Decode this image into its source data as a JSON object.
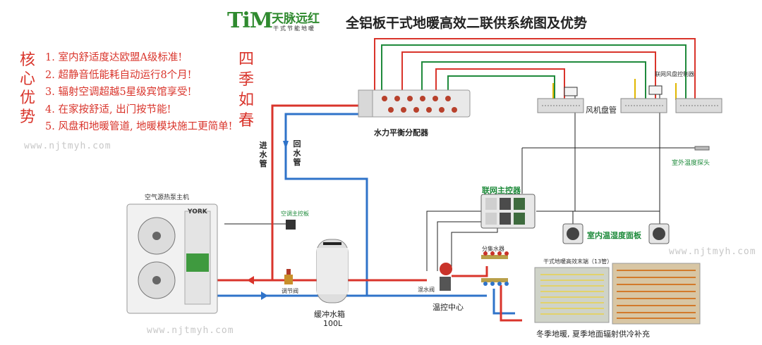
{
  "logo": {
    "mark": "TiM",
    "name_cn": "天脉远红",
    "sub_cn": "干式节能地暖"
  },
  "title": "全铝板干式地暖高效二联供系统图及优势",
  "advantages": {
    "heading": "核心优势",
    "items": [
      "1. 室内舒适度达欧盟A级标准!",
      "2. 超静音低能耗自动运行8个月!",
      "3. 辐射空调超越5星级宾馆享受!",
      "4. 在家按舒适, 出门按节能!",
      "5. 风盘和地暖管道, 地暖模块施工更简单!"
    ],
    "side_heading": "四季如春"
  },
  "watermark": "www.njtmyh.com",
  "components": {
    "heat_pump": "空气源热泵主机",
    "heat_pump_brand": "YORK",
    "distributor": "水力平衡分配器",
    "supply_pipe": "进水管",
    "return_pipe": "回水管",
    "ac_controller": "空调主控板",
    "valve": "调节阀",
    "buffer_tank": "缓冲水箱",
    "buffer_volume": "100L",
    "temp_center": "温控中心",
    "mix_valve": "混水阀",
    "manifold": "分集水器",
    "network_controller": "联网主控器",
    "fan_coil": "风机盘管",
    "fan_coil_controller": "联网风盘控制器",
    "outdoor_sensor": "室外温度探头",
    "indoor_panel": "室内温湿度面板",
    "floor_module": "干式地暖高效末端（13管）",
    "floor_caption": "冬季地暖, 夏季地面辐射供冷补充"
  },
  "colors": {
    "hot_pipe": "#d9342b",
    "cold_pipe": "#2f73c9",
    "signal_green": "#1f8a3c",
    "signal_yellow": "#e0b700",
    "signal_black": "#222222",
    "accent_red": "#d9342b"
  }
}
